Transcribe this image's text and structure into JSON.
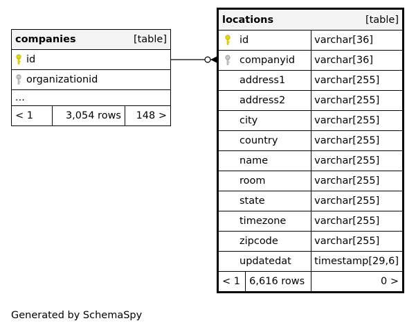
{
  "companies": {
    "name": "companies",
    "kind": "[table]",
    "columns": [
      {
        "name": "id",
        "key": "primary"
      },
      {
        "name": "organizationid",
        "key": "foreign"
      }
    ],
    "ellipsis": "...",
    "footer": {
      "prev": "< 1",
      "rows": "3,054 rows",
      "next": "148 >"
    }
  },
  "locations": {
    "name": "locations",
    "kind": "[table]",
    "columns": [
      {
        "name": "id",
        "type": "varchar[36]",
        "key": "primary"
      },
      {
        "name": "companyid",
        "type": "varchar[36]",
        "key": "foreign"
      },
      {
        "name": "address1",
        "type": "varchar[255]"
      },
      {
        "name": "address2",
        "type": "varchar[255]"
      },
      {
        "name": "city",
        "type": "varchar[255]"
      },
      {
        "name": "country",
        "type": "varchar[255]"
      },
      {
        "name": "name",
        "type": "varchar[255]"
      },
      {
        "name": "room",
        "type": "varchar[255]"
      },
      {
        "name": "state",
        "type": "varchar[255]"
      },
      {
        "name": "timezone",
        "type": "varchar[255]"
      },
      {
        "name": "zipcode",
        "type": "varchar[255]"
      },
      {
        "name": "updatedat",
        "type": "timestamp[29,6]"
      }
    ],
    "footer": {
      "prev": "< 1",
      "rows": "6,616 rows",
      "next": "0 >"
    }
  },
  "colors": {
    "primary_key": "#e8d800",
    "foreign_key": "#a8a8a8",
    "header_bg": "#f4f4f4"
  },
  "credit": "Generated by SchemaSpy"
}
